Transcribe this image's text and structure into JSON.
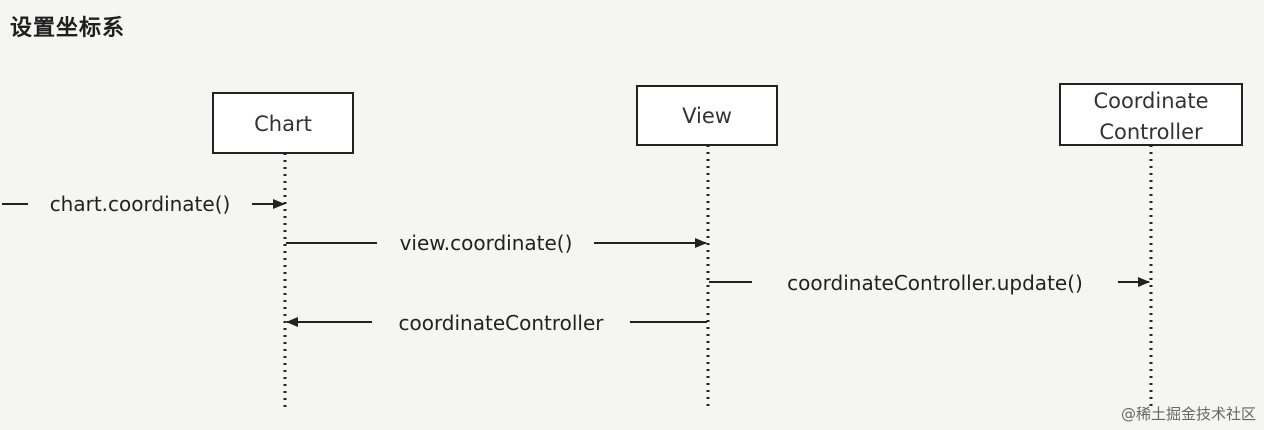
{
  "title": "设置坐标系",
  "participants": [
    {
      "id": "chart",
      "lines": [
        "Chart"
      ]
    },
    {
      "id": "view",
      "lines": [
        "View"
      ]
    },
    {
      "id": "coord",
      "lines": [
        "Coordinate",
        "Controller"
      ]
    }
  ],
  "messages": [
    {
      "id": "m1",
      "label": "chart.coordinate()"
    },
    {
      "id": "m2",
      "label": "view.coordinate()"
    },
    {
      "id": "m3",
      "label": "coordinateController.update()"
    },
    {
      "id": "m4",
      "label": "coordinateController"
    }
  ],
  "footer": "@稀土掘金技术社区",
  "colors": {
    "background": "#f5f5f4",
    "line": "#222222"
  }
}
